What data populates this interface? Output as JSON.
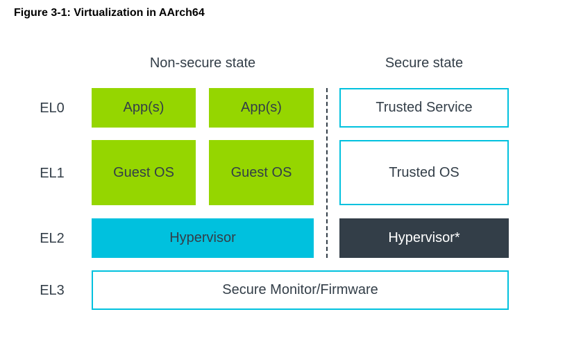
{
  "figure": {
    "title": "Figure 3-1: Virtualization in AArch64"
  },
  "columns": {
    "non_secure": "Non-secure state",
    "secure": "Secure state"
  },
  "levels": {
    "el0": "EL0",
    "el1": "EL1",
    "el2": "EL2",
    "el3": "EL3"
  },
  "boxes": {
    "el0_app1": "App(s)",
    "el0_app2": "App(s)",
    "el0_trusted_service": "Trusted Service",
    "el1_guest_os1": "Guest OS",
    "el1_guest_os2": "Guest OS",
    "el1_trusted_os": "Trusted OS",
    "el2_hypervisor": "Hypervisor",
    "el2_secure_hypervisor": "Hypervisor*",
    "el3_monitor": "Secure Monitor/Firmware"
  },
  "colors": {
    "green": "#95d600",
    "cyan": "#00c1de",
    "dark": "#333e48",
    "outline": "#00c1de",
    "text": "#333e48"
  }
}
